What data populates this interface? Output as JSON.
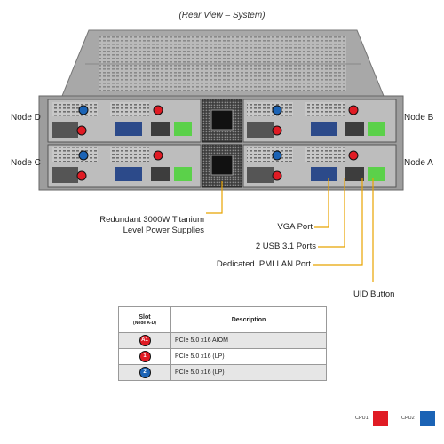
{
  "caption": "(Rear View – System)",
  "nodes": {
    "d": "Node D",
    "c": "Node C",
    "b": "Node B",
    "a": "Node A"
  },
  "callouts": {
    "psu": [
      "Redundant  3000W Titanium",
      "Level Power Supplies"
    ],
    "vga": "VGA Port",
    "usb": "2 USB 3.1 Ports",
    "ipmi": "Dedicated IPMI  LAN Port",
    "uid": "UID  Button"
  },
  "table": {
    "header_slot": "Slot",
    "header_slot_sub": "(Node A-D)",
    "header_desc": "Description",
    "rows": [
      {
        "badge": "A1",
        "cpu": "cpu1",
        "desc": "PCIe 5.0 x16 AIOM"
      },
      {
        "badge": "1",
        "cpu": "cpu1",
        "desc": "PCIe 5.0 x16 (LP)"
      },
      {
        "badge": "2",
        "cpu": "cpu2",
        "desc": "PCIe 5.0 x16 (LP)"
      }
    ]
  },
  "cpu_legend": {
    "cpu1_label": "CPU1",
    "cpu1_color": "#e01b24",
    "cpu2_label": "CPU2",
    "cpu2_color": "#1b63b5"
  }
}
